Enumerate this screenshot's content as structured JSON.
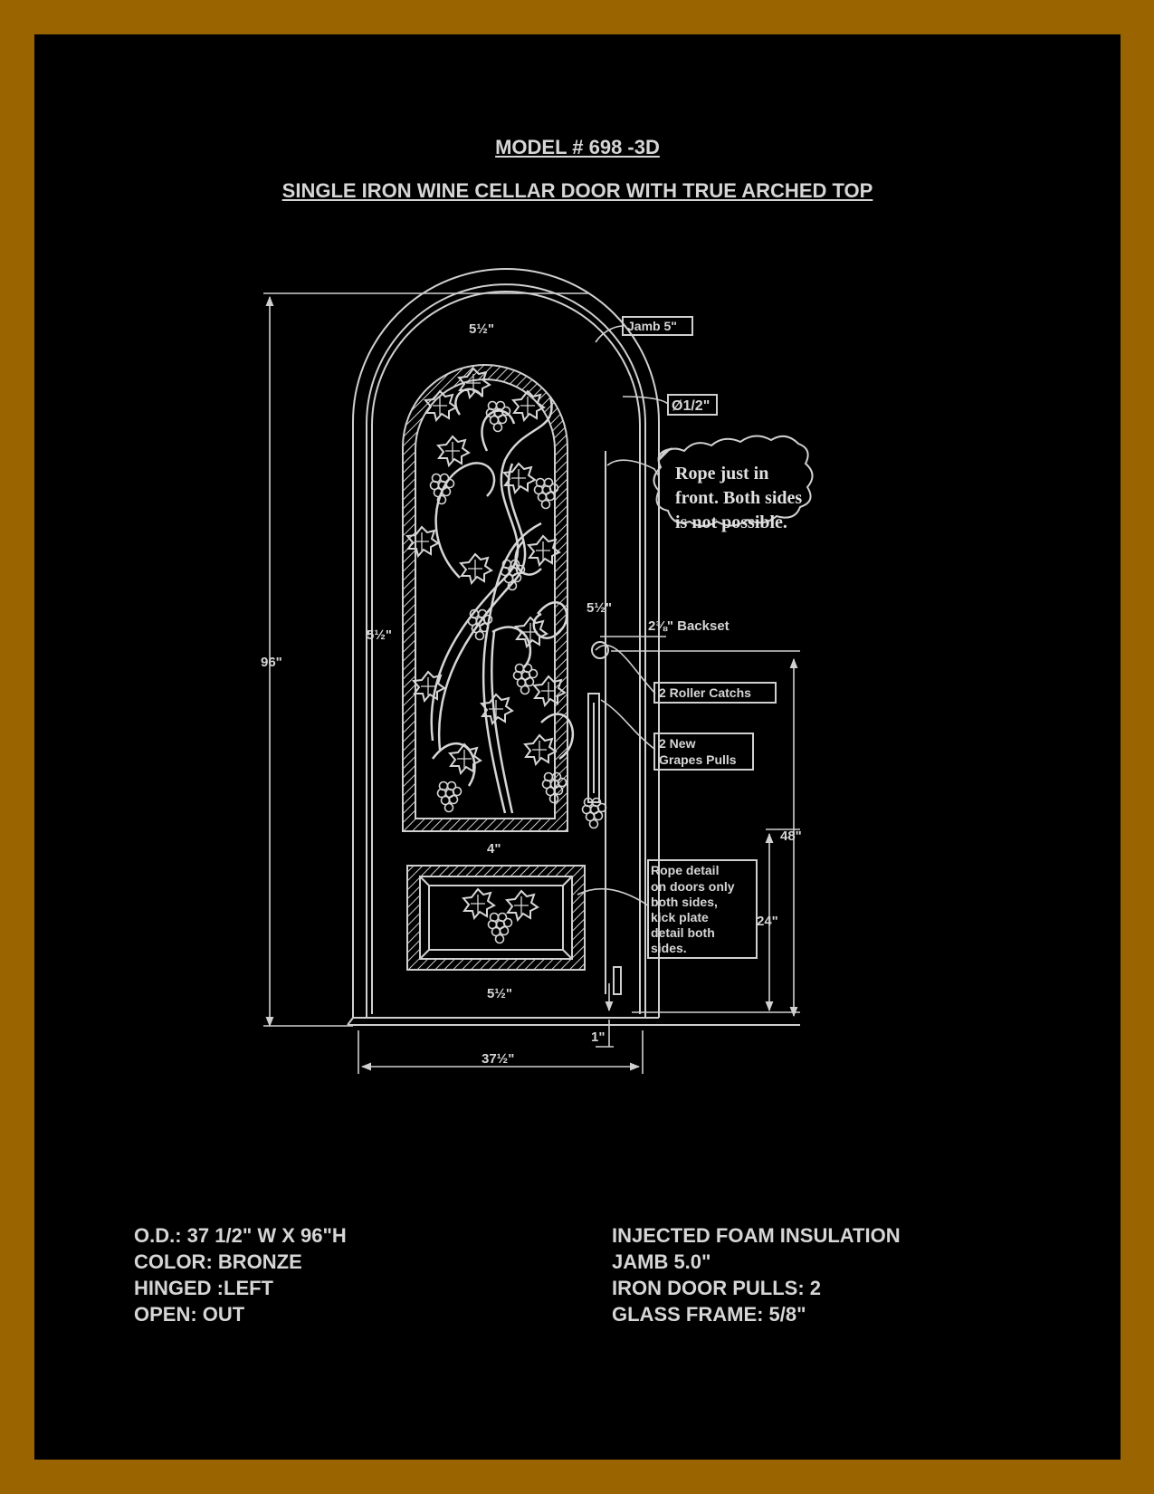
{
  "header": {
    "model": "MODEL # 698 -3D",
    "subtitle": "SINGLE IRON WINE CELLAR DOOR WITH TRUE ARCHED TOP"
  },
  "dimensions": {
    "top_arch": "5½\"",
    "left_stile": "5½\"",
    "right_stile": "5½\"",
    "mid_rail": "4\"",
    "bottom_rail": "5½\"",
    "overall_height": "96\"",
    "overall_width": "37½\"",
    "sill": "1\"",
    "backset": "2⅜\" Backset",
    "handle_height": "48\"",
    "kick_height": "24\""
  },
  "callouts": {
    "jamb": "Jamb 5\"",
    "rope_dia": "Ø1/2\"",
    "rope_note": [
      "Rope just in",
      "front. Both sides",
      "is not possible."
    ],
    "roller": "2 Roller Catchs",
    "pulls": [
      "2 New",
      "Grapes Pulls"
    ],
    "rope_detail": [
      "Rope detail",
      "on doors only",
      "both sides,",
      "kick plate",
      "detail both",
      "sides."
    ]
  },
  "specs_left": [
    "O.D.: 37 1/2\" W X 96\"H",
    "COLOR: BRONZE",
    "HINGED :LEFT",
    "OPEN: OUT"
  ],
  "specs_right": [
    "INJECTED FOAM INSULATION",
    "JAMB 5.0\"",
    "IRON DOOR PULLS: 2",
    "GLASS FRAME: 5/8\""
  ],
  "colors": {
    "border": "#9a6400",
    "background": "#000000",
    "line": "#d0d0d0"
  }
}
